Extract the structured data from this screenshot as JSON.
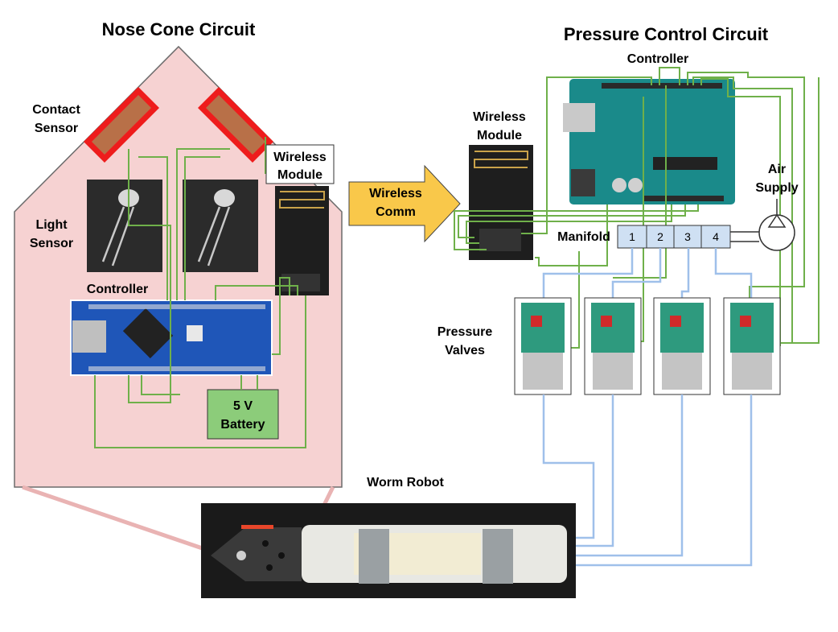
{
  "nose_cone": {
    "title": "Nose Cone Circuit",
    "contact_sensor": [
      "Contact",
      "Sensor"
    ],
    "light_sensor": [
      "Light",
      "Sensor"
    ],
    "controller": "Controller",
    "wireless_module": [
      "Wireless",
      "Module"
    ],
    "battery": [
      "5 V",
      "Battery"
    ]
  },
  "wireless_comm": [
    "Wireless",
    "Comm"
  ],
  "pressure_control": {
    "title": "Pressure Control Circuit",
    "controller": "Controller",
    "wireless_module": [
      "Wireless",
      "Module"
    ],
    "air_supply": [
      "Air",
      "Supply"
    ],
    "manifold": "Manifold",
    "ports": [
      "1",
      "2",
      "3",
      "4"
    ],
    "valves_label": [
      "Pressure",
      "Valves"
    ]
  },
  "worm_robot": "Worm Robot",
  "colors": {
    "nose_cone_fill": "#f6d2d2",
    "wire_green": "#6fb04a",
    "tube_blue": "#9fc0ea",
    "arrow_fill": "#f9c84a",
    "battery_fill": "#8ccc7a",
    "manifold_fill": "#cfe0f3",
    "sensor_red": "#ee1c1c",
    "arduino_teal": "#1a8a8a",
    "nano_blue": "#1f56b8",
    "valve_green": "#2e9a7e"
  }
}
